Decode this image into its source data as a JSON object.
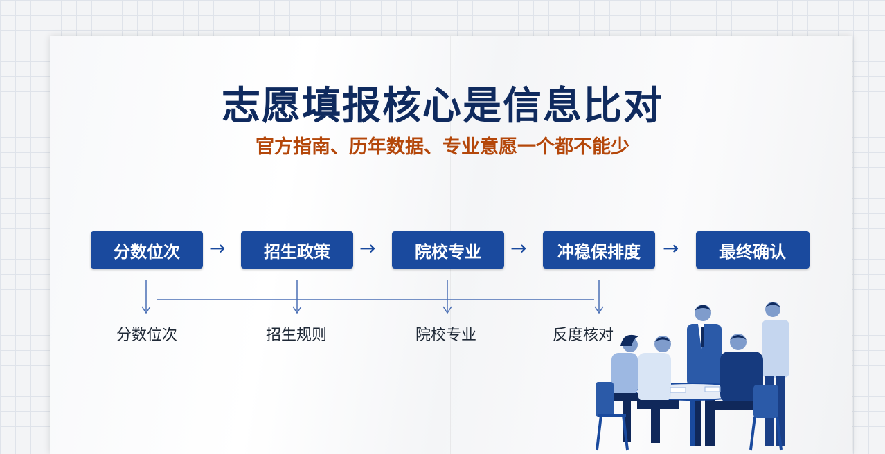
{
  "title": "志愿填报核心是信息比对",
  "subtitle": "官方指南、历年数据、专业意愿一个都不能少",
  "steps": [
    "分数位次",
    "招生政策",
    "院校专业",
    "冲稳保排度",
    "最终确认"
  ],
  "sub_labels": [
    "分数位次",
    "招生规则",
    "院校专业",
    "反度核对"
  ],
  "colors": {
    "primary": "#1a4a9e",
    "title": "#0f2a5e",
    "accent": "#b4470a"
  },
  "arrow_glyph": "→"
}
